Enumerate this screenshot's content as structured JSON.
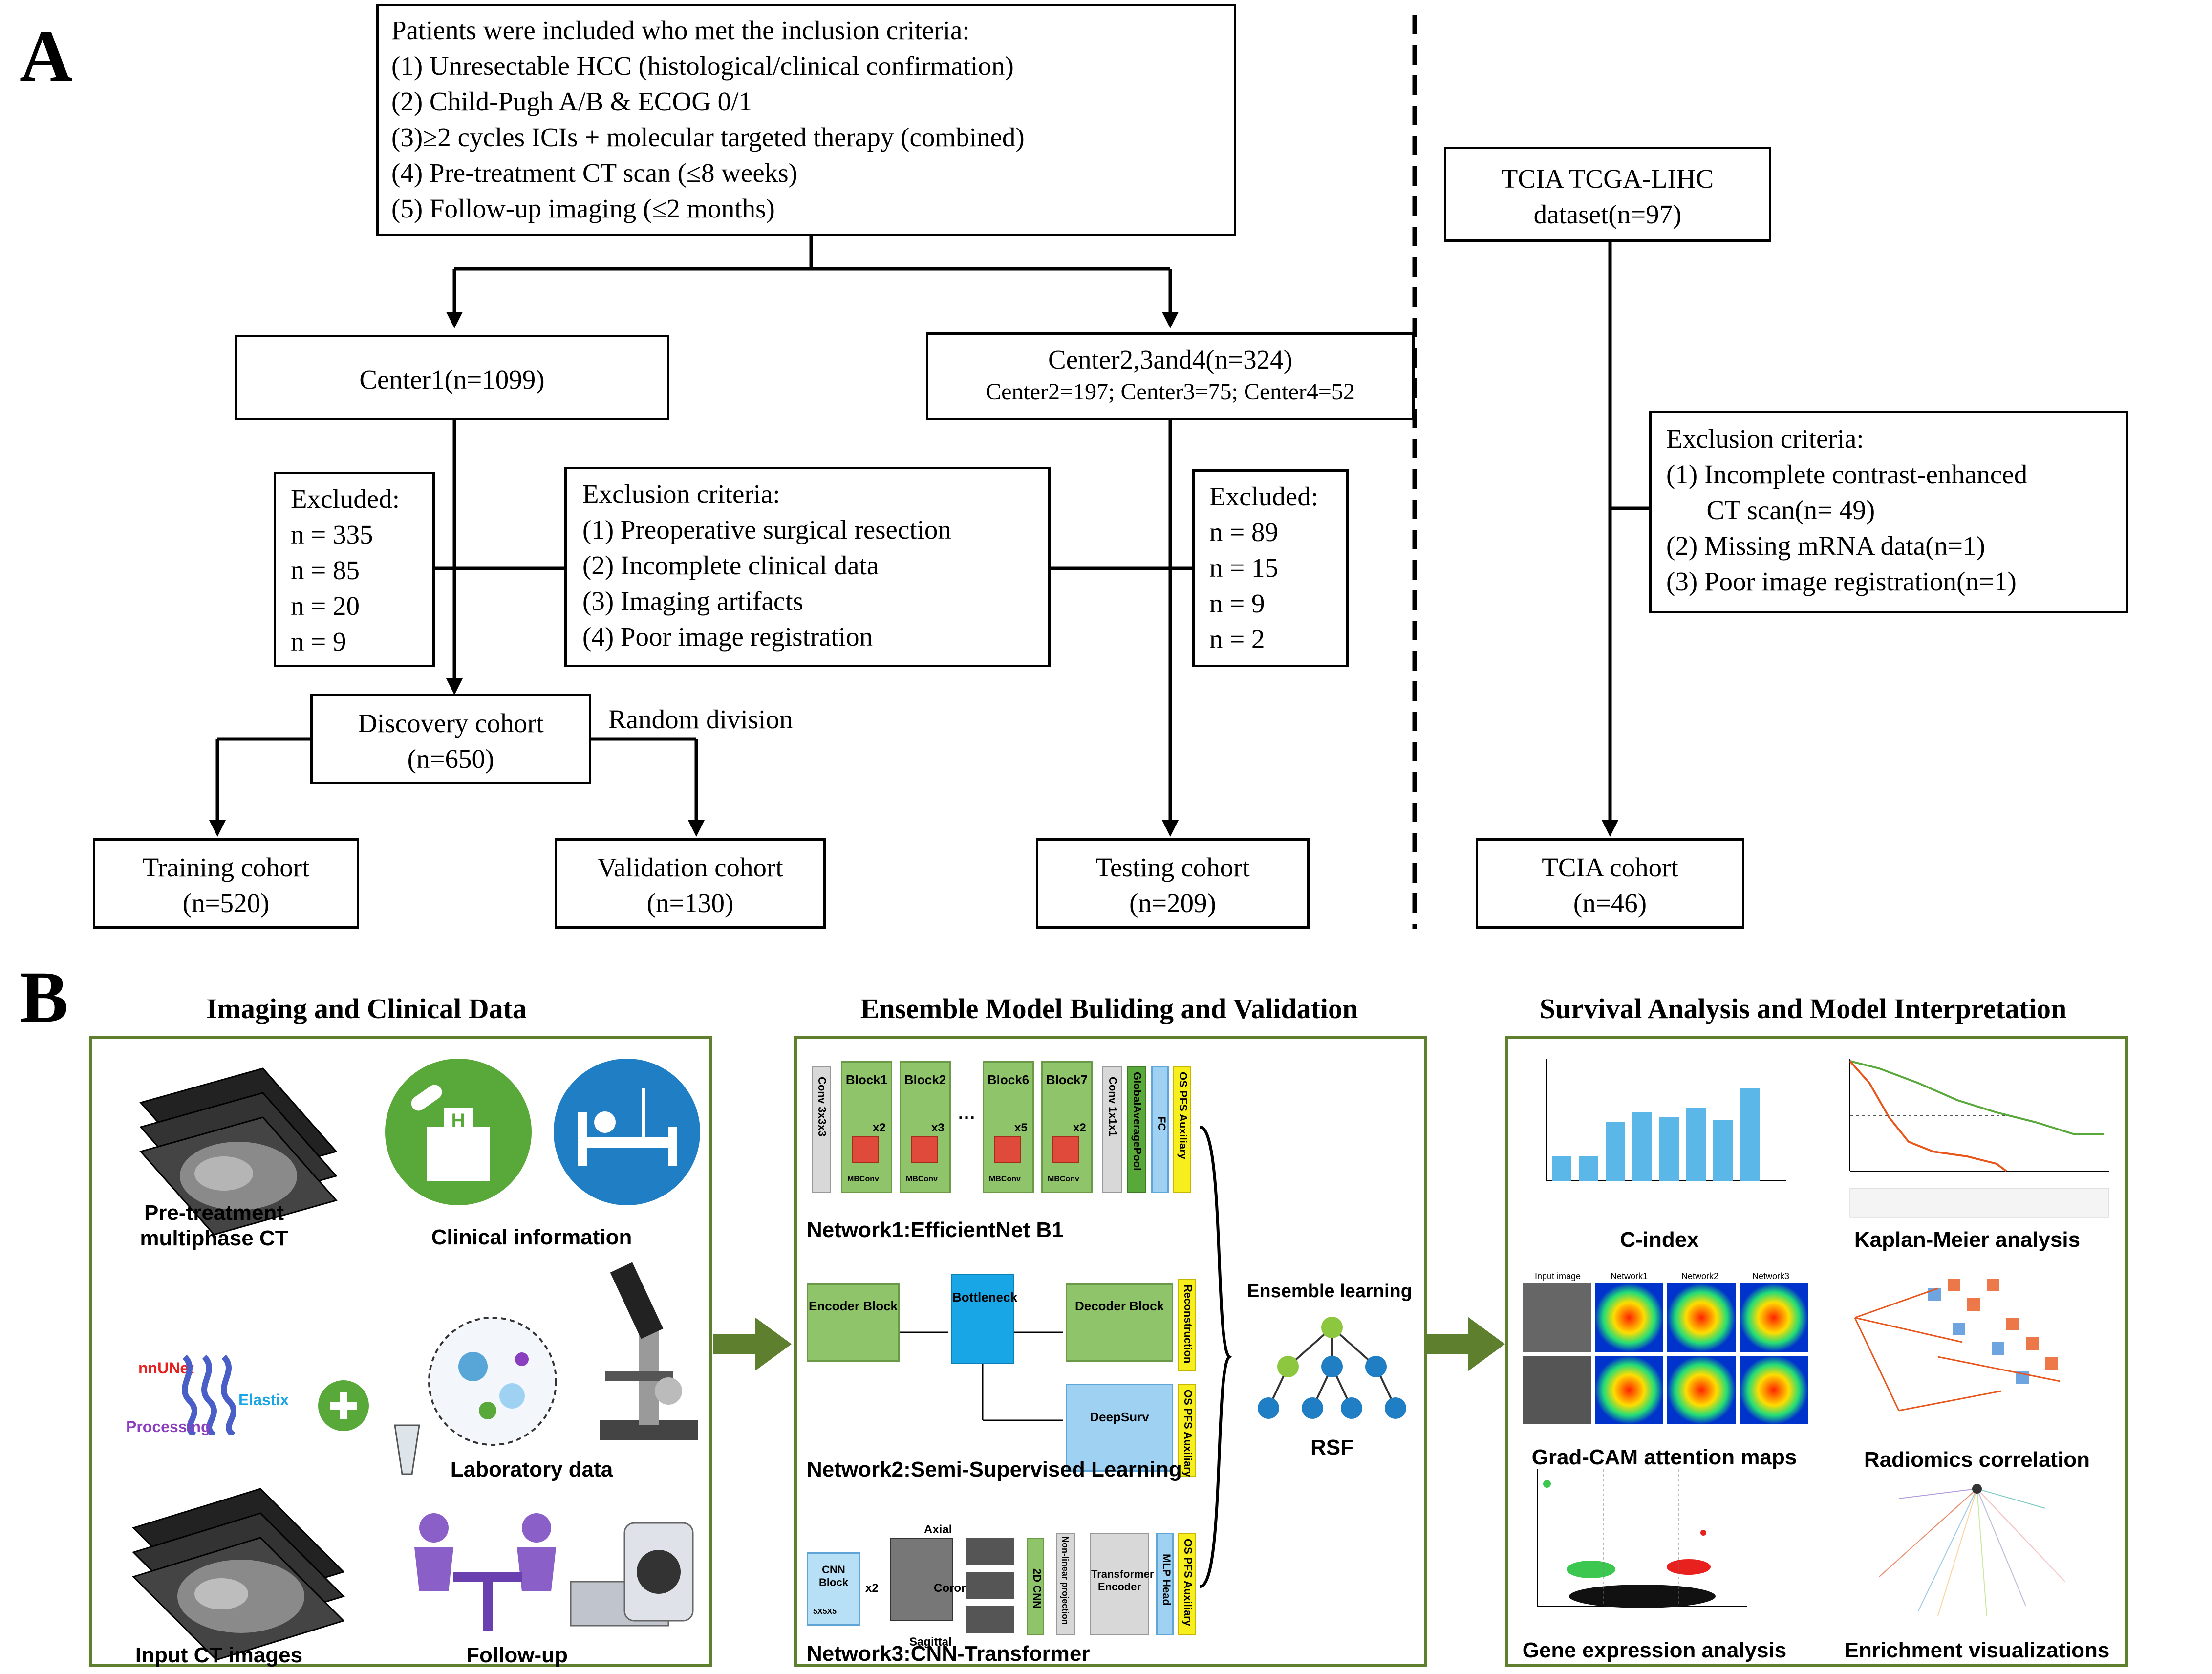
{
  "panel_a": {
    "letter": "A",
    "inclusion": {
      "title": "Patients were included who met the inclusion criteria:",
      "items": [
        "(1) Unresectable HCC (histological/clinical confirmation)",
        "(2) Child-Pugh A/B & ECOG 0/1",
        "(3)≥2 cycles ICIs + molecular targeted therapy (combined)",
        "(4) Pre-treatment CT scan (≤8 weeks)",
        "(5) Follow-up imaging (≤2 months)"
      ]
    },
    "center1": "Center1(n=1099)",
    "center234": {
      "title": "Center2,3and4(n=324)",
      "detail": "Center2=197; Center3=75; Center4=52"
    },
    "excluded_left": {
      "title": "Excluded:",
      "items": [
        "n = 335",
        "n = 85",
        "n = 20",
        "n = 9"
      ]
    },
    "exclusion_mid": {
      "title": "Exclusion criteria:",
      "items": [
        "(1) Preoperative surgical resection",
        "(2) Incomplete clinical data",
        "(3) Imaging artifacts",
        "(4) Poor image registration"
      ]
    },
    "excluded_right": {
      "title": "Excluded:",
      "items": [
        "n = 89",
        "n = 15",
        "n = 9",
        "n = 2"
      ]
    },
    "discovery": {
      "title": "Discovery cohort",
      "n": "(n=650)"
    },
    "random_division": "Random division",
    "training": {
      "title": "Training cohort",
      "n": "(n=520)"
    },
    "validation": {
      "title": "Validation cohort",
      "n": "(n=130)"
    },
    "testing": {
      "title": "Testing cohort",
      "n": "(n=209)"
    },
    "tcia_dataset": {
      "title": "TCIA TCGA-LIHC",
      "n": "dataset(n=97)"
    },
    "tcia_exclusion": {
      "title": "Exclusion criteria:",
      "items": [
        "(1) Incomplete contrast-enhanced",
        "      CT scan(n= 49)",
        "(2) Missing mRNA data(n=1)",
        "(3) Poor image registration(n=1)"
      ]
    },
    "tcia_cohort": {
      "title": "TCIA cohort",
      "n": "(n=46)"
    }
  },
  "panel_b": {
    "letter": "B",
    "sections": {
      "imaging": "Imaging and Clinical Data",
      "ensemble": "Ensemble Model Buliding and Validation",
      "survival": "Survival Analysis and Model Interpretation"
    },
    "imaging_captions": {
      "ct": "Pre-treatment\nmultiphase CT",
      "clinical": "Clinical information",
      "lab": "Laboratory data",
      "input_ct": "Input CT images",
      "followup": "Follow-up"
    },
    "processing_labels": {
      "nnunet": "nnUNet",
      "elastix": "Elastix",
      "processing": "Processing"
    },
    "network1": {
      "caption": "Network1:EfficientNet B1",
      "conv_in": "Conv 3x3x3",
      "blocks": [
        {
          "name": "Block1",
          "mult": "x2"
        },
        {
          "name": "Block2",
          "mult": "x3"
        },
        {
          "name": "Block6",
          "mult": "x5"
        },
        {
          "name": "Block7",
          "mult": "x2"
        }
      ],
      "mbconv": "MBConv",
      "conv_out": "Conv 1x1x1",
      "pool": "GlobalAveragePool",
      "fc": "FC",
      "heads": "OS PFS Auxiliary"
    },
    "network2": {
      "caption": "Network2:Semi-Supervised Learning",
      "encoder": "Encoder Block",
      "bottleneck": "Bottleneck",
      "decoder": "Decoder Block",
      "deepsurv": "DeepSurv",
      "recon": "Reconstruction",
      "heads": "OS PFS Auxiliary"
    },
    "network3": {
      "caption": "Network3:CNN-Transformer",
      "cnn_block": "CNN Block",
      "cnn_size": "5X5X5",
      "mult": "x2",
      "axial": "Axial",
      "coronal": "Coronal",
      "sagittal": "Sagittal",
      "cnn2d": "2D CNN",
      "proj": "Non-linear projection",
      "transformer": "Transformer Encoder",
      "mlp": "MLP Head",
      "heads": "OS PFS Auxiliary"
    },
    "ensemble_learning": "Ensemble learning",
    "rsf": "RSF",
    "survival_captions": {
      "cindex": "C-index",
      "km": "Kaplan-Meier analysis",
      "gradcam": "Grad-CAM attention maps",
      "radiomics": "Radiomics correlation",
      "gene": "Gene expression analysis",
      "enrichment": "Enrichment visualizations"
    },
    "gradcam_headers": [
      "Input image",
      "Network1",
      "Network2",
      "Network3"
    ]
  },
  "colors": {
    "panel_border": "#5d7f2e",
    "arrow_green": "#5d7f2e",
    "risk_high": "#e8561c",
    "risk_low": "#58a83a",
    "bar_blue": "#5ab7e8"
  }
}
